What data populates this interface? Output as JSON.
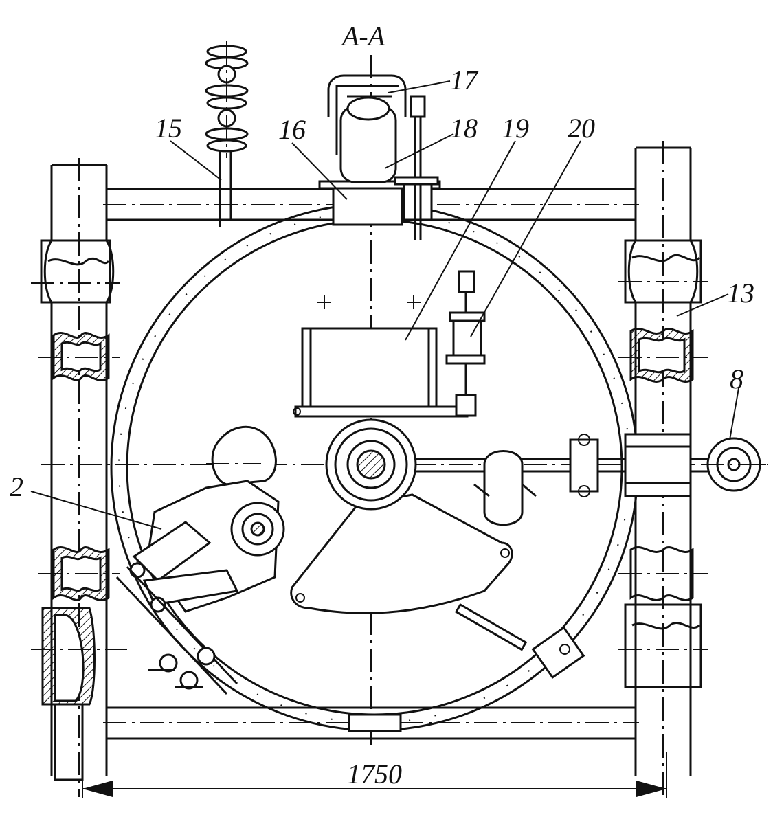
{
  "section_title": "А-А",
  "dimension": {
    "value": "1750"
  },
  "callouts": [
    {
      "id": "label-2",
      "text": "2"
    },
    {
      "id": "label-8",
      "text": "8"
    },
    {
      "id": "label-13",
      "text": "13"
    },
    {
      "id": "label-15",
      "text": "15"
    },
    {
      "id": "label-16",
      "text": "16"
    },
    {
      "id": "label-17",
      "text": "17"
    },
    {
      "id": "label-18",
      "text": "18"
    },
    {
      "id": "label-19",
      "text": "19"
    },
    {
      "id": "label-20",
      "text": "20"
    }
  ]
}
